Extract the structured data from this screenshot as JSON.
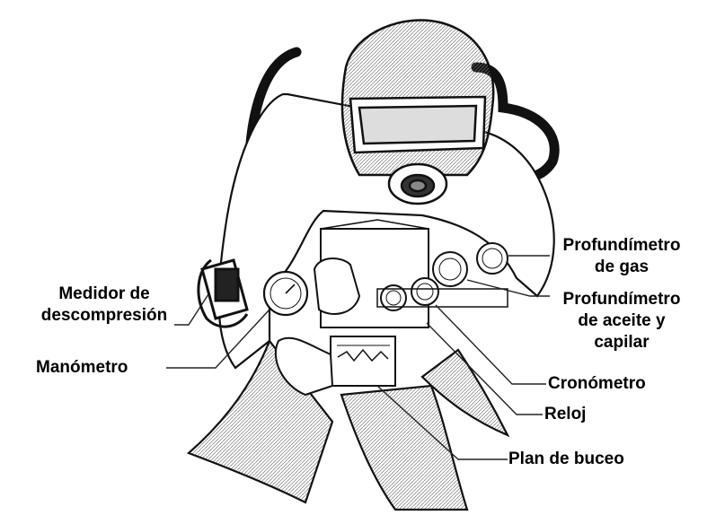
{
  "labels": {
    "medidor_line1": "Medidor de",
    "medidor_line2": "descompresión",
    "manometro": "Manómetro",
    "prof_gas_line1": "Profundímetro",
    "prof_gas_line2": "de gas",
    "prof_aceite_line1": "Profundímetro",
    "prof_aceite_line2": "de aceite y",
    "prof_aceite_line3": "capilar",
    "cronometro": "Cronómetro",
    "reloj": "Reloj",
    "plan_buceo": "Plan de buceo"
  }
}
